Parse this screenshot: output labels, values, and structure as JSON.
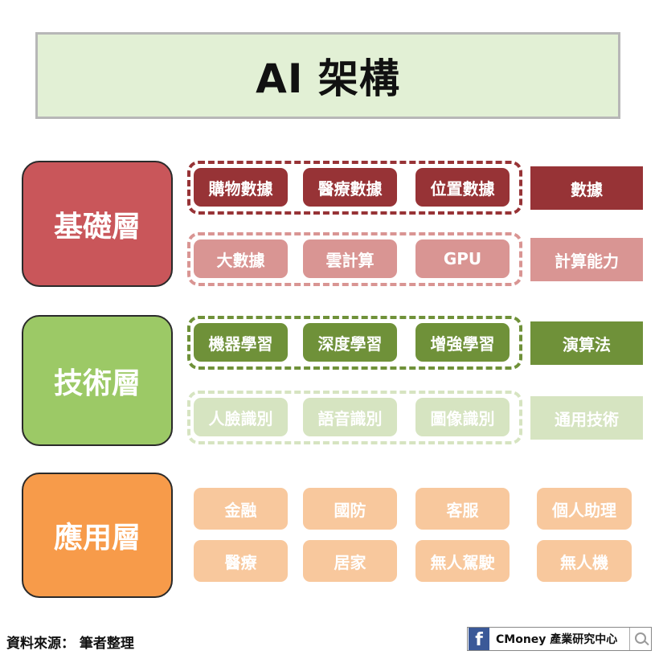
{
  "title": "AI 架構",
  "layers": {
    "base": {
      "label": "基礎層",
      "row1": {
        "items": [
          "購物數據",
          "醫療數據",
          "位置數據"
        ],
        "side": "數據"
      },
      "row2": {
        "items": [
          "大數據",
          "雲計算",
          "GPU"
        ],
        "side": "計算能力"
      }
    },
    "tech": {
      "label": "技術層",
      "row1": {
        "items": [
          "機器學習",
          "深度學習",
          "增強學習"
        ],
        "side": "演算法"
      },
      "row2": {
        "items": [
          "人臉識別",
          "語音識別",
          "圖像識別"
        ],
        "side": "通用技術"
      }
    },
    "app": {
      "label": "應用層",
      "row1": [
        "金融",
        "國防",
        "客服",
        "個人助理"
      ],
      "row2": [
        "醫療",
        "居家",
        "無人駕駛",
        "無人機"
      ]
    }
  },
  "footer": {
    "source": "資料來源： 筆者整理",
    "brand": "CMoney 產業研究中心",
    "fb_icon": "f"
  },
  "colors": {
    "base_layer": "#c9565a",
    "tech_layer": "#9cc966",
    "app_layer": "#f79b4a",
    "dark_red": "#973336",
    "light_red": "#d99593",
    "dark_green": "#6f9139",
    "light_green": "#d6e4c1",
    "app_pill": "#f8c89d"
  }
}
